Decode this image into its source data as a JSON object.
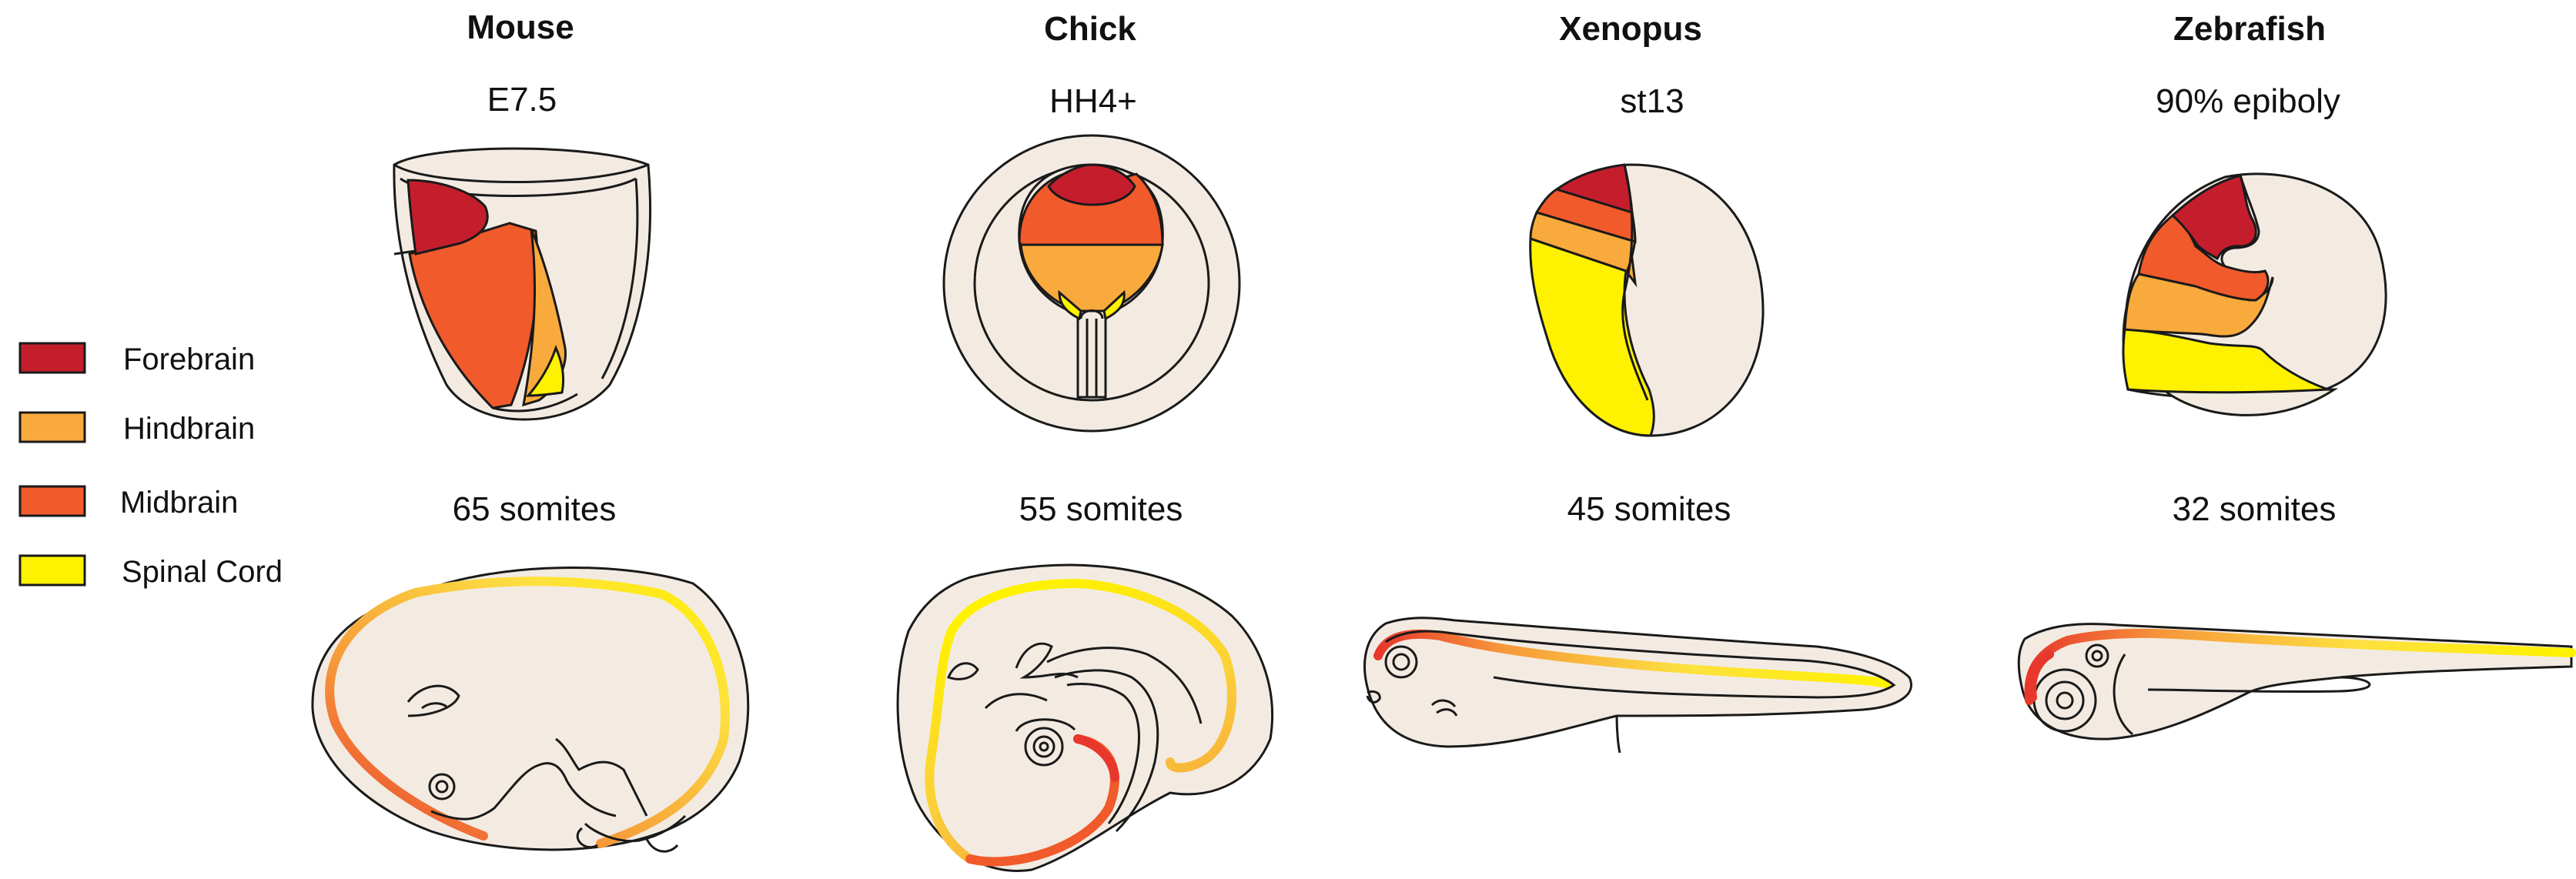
{
  "colors": {
    "forebrain": "#c41e2d",
    "hindbrain": "#f9aa3c",
    "midbrain": "#f15a2b",
    "spinal_cord": "#fff200",
    "tissue": "#f3ebe2",
    "outline": "#1a1a1a"
  },
  "legend": [
    {
      "label": "Forebrain",
      "color": "#c41e2d"
    },
    {
      "label": "Hindbrain",
      "color": "#f9aa3c"
    },
    {
      "label": "Midbrain",
      "color": "#f15a2b"
    },
    {
      "label": "Spinal Cord",
      "color": "#fff200"
    }
  ],
  "species": [
    {
      "name": "Mouse",
      "early_stage": "E7.5",
      "late_stage": "65 somites"
    },
    {
      "name": "Chick",
      "early_stage": "HH4+",
      "late_stage": "55 somites"
    },
    {
      "name": "Xenopus",
      "early_stage": "st13",
      "late_stage": "45 somites"
    },
    {
      "name": "Zebrafish",
      "early_stage": "90% epiboly",
      "late_stage": "32 somites"
    }
  ]
}
